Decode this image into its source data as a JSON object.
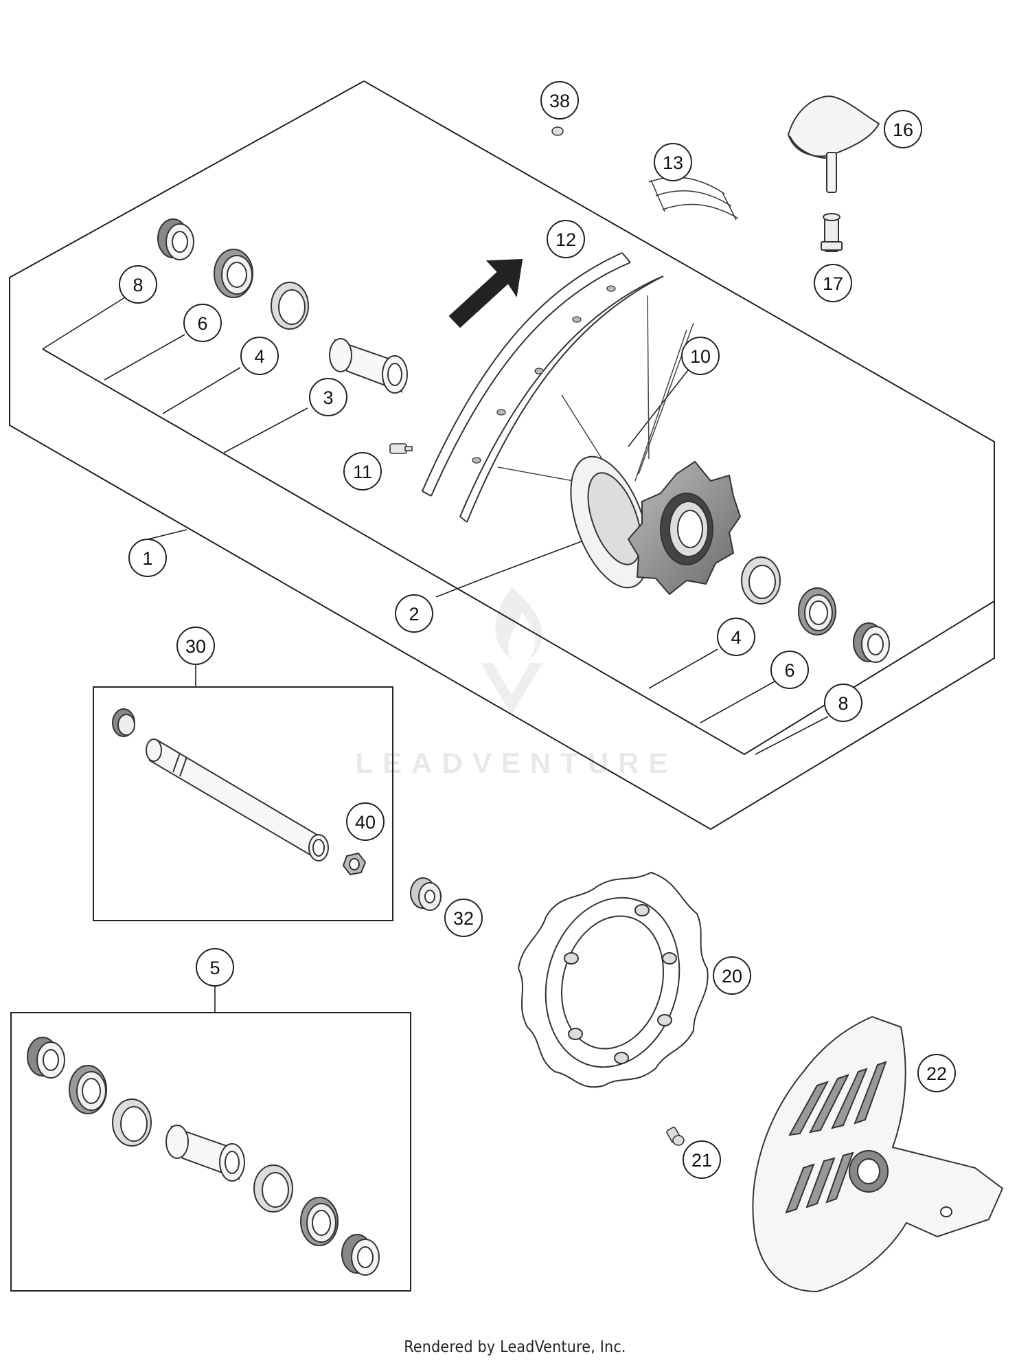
{
  "diagram": {
    "callouts": [
      {
        "id": "c38",
        "label": "38"
      },
      {
        "id": "c16",
        "label": "16"
      },
      {
        "id": "c13",
        "label": "13"
      },
      {
        "id": "c12",
        "label": "12"
      },
      {
        "id": "c17",
        "label": "17"
      },
      {
        "id": "c8a",
        "label": "8"
      },
      {
        "id": "c6a",
        "label": "6"
      },
      {
        "id": "c4a",
        "label": "4"
      },
      {
        "id": "c3",
        "label": "3"
      },
      {
        "id": "c10",
        "label": "10"
      },
      {
        "id": "c11",
        "label": "11"
      },
      {
        "id": "c1",
        "label": "1"
      },
      {
        "id": "c2",
        "label": "2"
      },
      {
        "id": "c4b",
        "label": "4"
      },
      {
        "id": "c6b",
        "label": "6"
      },
      {
        "id": "c8b",
        "label": "8"
      },
      {
        "id": "c30",
        "label": "30"
      },
      {
        "id": "c40",
        "label": "40"
      },
      {
        "id": "c32",
        "label": "32"
      },
      {
        "id": "c5",
        "label": "5"
      },
      {
        "id": "c20",
        "label": "20"
      },
      {
        "id": "c22",
        "label": "22"
      },
      {
        "id": "c21",
        "label": "21"
      }
    ],
    "watermark": "LEADVENTURE"
  },
  "footer": {
    "credit": "Rendered by LeadVenture, Inc."
  }
}
